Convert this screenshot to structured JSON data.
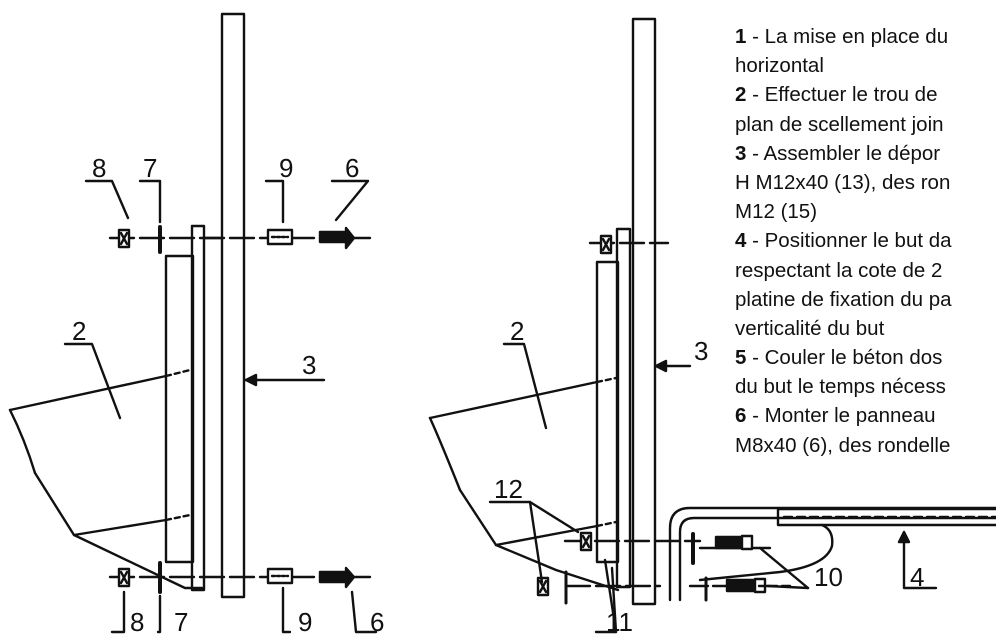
{
  "left_callouts": {
    "c8_top": "8",
    "c7_top": "7",
    "c9_top": "9",
    "c6_top": "6",
    "c2": "2",
    "c3": "3",
    "c8_bottom": "8",
    "c7_bottom": "7",
    "c9_bottom": "9",
    "c6_bottom": "6"
  },
  "right_callouts": {
    "c2": "2",
    "c3": "3",
    "c12": "12",
    "c11": "11",
    "c10": "10",
    "c4": "4"
  },
  "steps": [
    {
      "num": "1",
      "lines": [
        "- La mise en place du",
        "horizontal"
      ]
    },
    {
      "num": "2",
      "lines": [
        "- Effectuer le trou de",
        "plan de scellement join"
      ]
    },
    {
      "num": "3",
      "lines": [
        "- Assembler le dépor",
        "H M12x40 (13), des ron",
        "M12 (15)"
      ]
    },
    {
      "num": "4",
      "lines": [
        "- Positionner le but da",
        "respectant la cote de 2",
        "platine de fixation du pa",
        "verticalité du but"
      ]
    },
    {
      "num": "5",
      "lines": [
        "- Couler le béton dos",
        "du but le temps nécess"
      ]
    },
    {
      "num": "6",
      "lines": [
        "- Monter le panneau",
        "M8x40 (6), des rondelle"
      ]
    }
  ]
}
